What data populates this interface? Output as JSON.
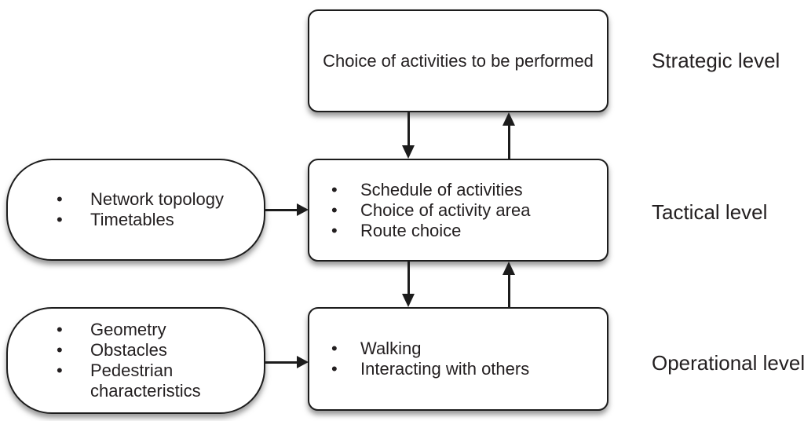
{
  "bullet_char": "•",
  "strategic": {
    "box_text": "Choice of activities to be performed",
    "level_label": "Strategic level"
  },
  "tactical": {
    "box_items": [
      "Schedule of activities",
      "Choice of activity area",
      "Route choice"
    ],
    "input_items": [
      "Network topology",
      "Timetables"
    ],
    "level_label": "Tactical level"
  },
  "operational": {
    "box_items": [
      "Walking",
      "Interacting with others"
    ],
    "input_items": [
      "Geometry",
      "Obstacles",
      "Pedestrian characteristics"
    ],
    "level_label": "Operational level"
  },
  "colors": {
    "line": "#1c1c1c",
    "text": "#231f20",
    "background": "#ffffff"
  }
}
